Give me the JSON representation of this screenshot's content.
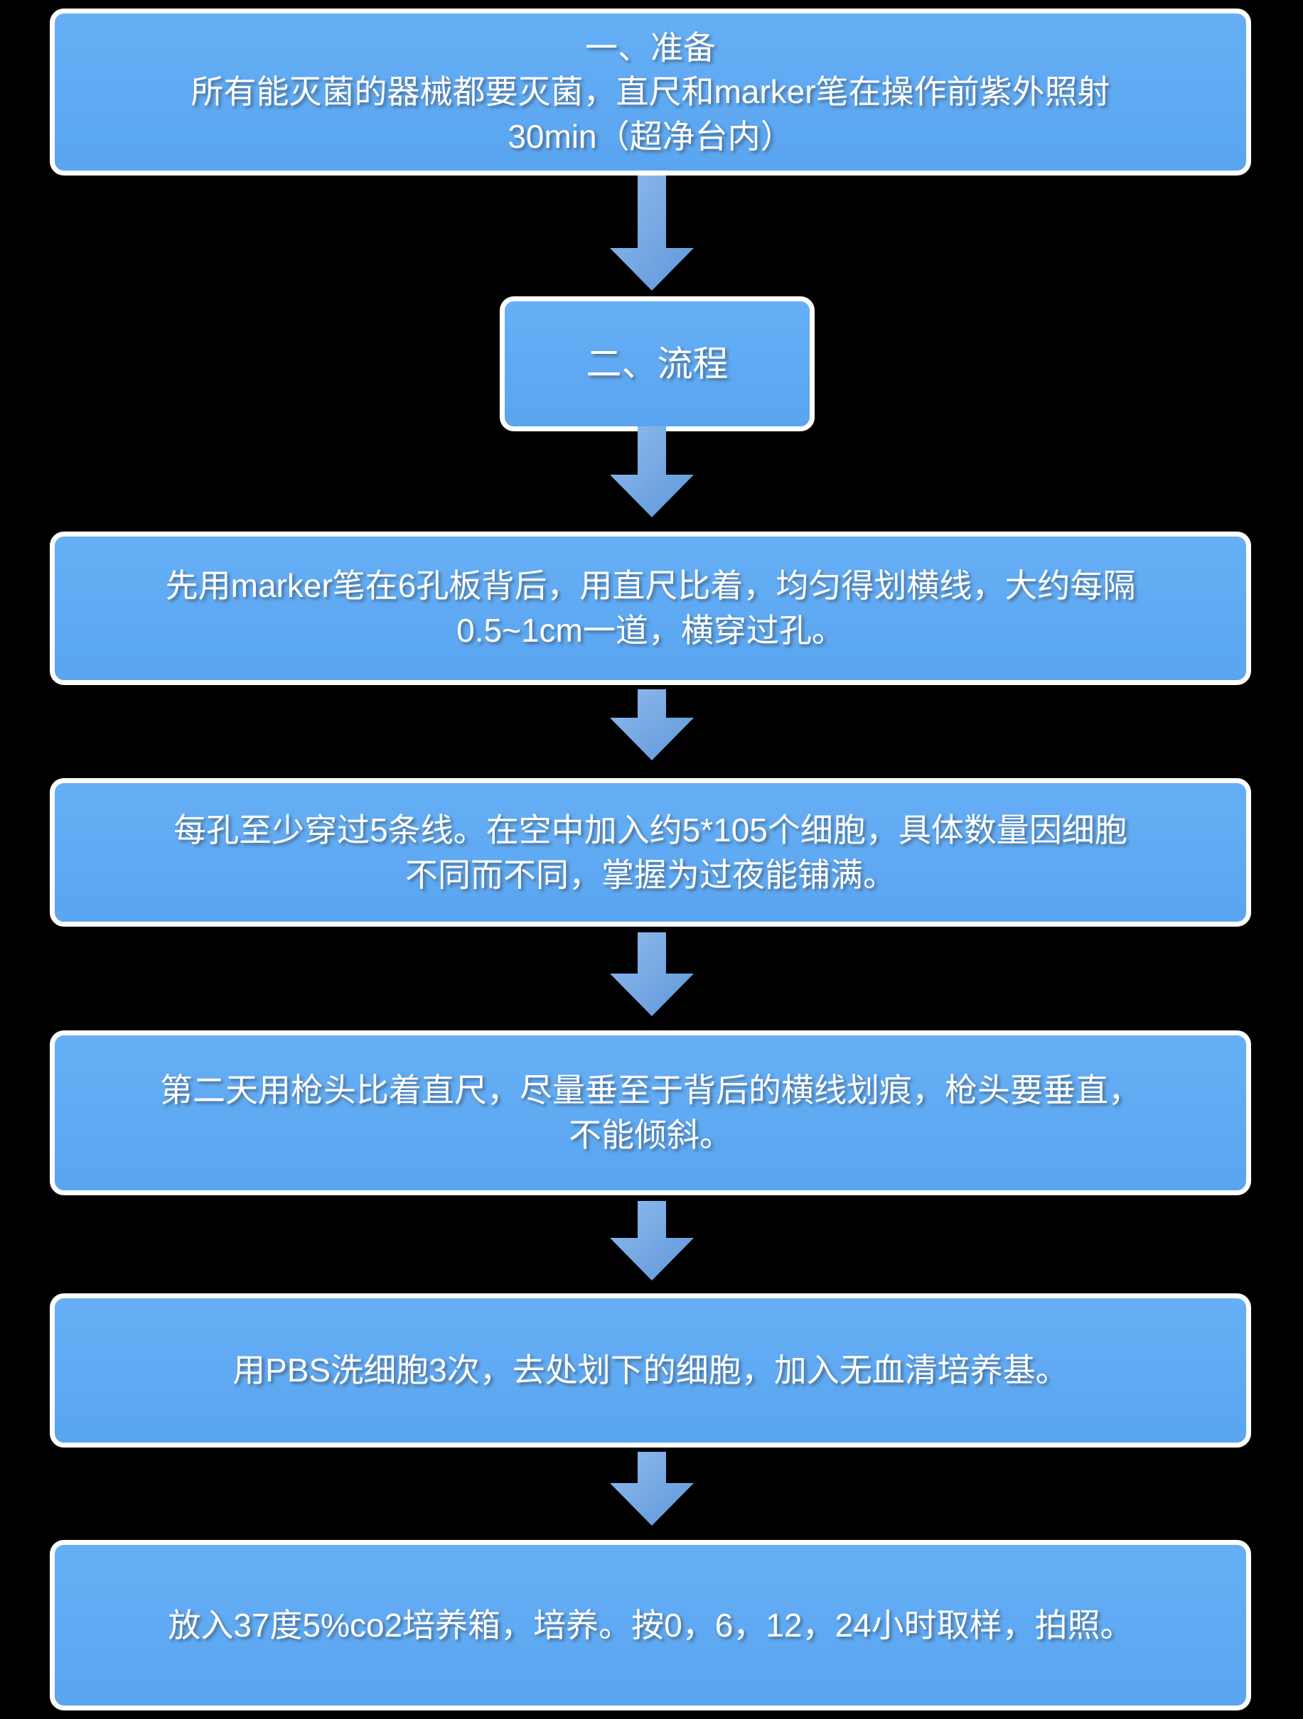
{
  "flow": {
    "steps": [
      {
        "name": "prepare",
        "lines": [
          "一、准备",
          "所有能灭菌的器械都要灭菌，直尺和marker笔在操作前紫外照射",
          "30min（超净台内）"
        ]
      },
      {
        "name": "process",
        "lines": [
          "二、流程"
        ]
      },
      {
        "name": "draw-lines",
        "lines": [
          "先用marker笔在6孔板背后，用直尺比着，均匀得划横线，大约每隔",
          "0.5~1cm一道，横穿过孔。"
        ]
      },
      {
        "name": "seed-cells",
        "lines": [
          "每孔至少穿过5条线。在空中加入约5*105个细胞，具体数量因细胞",
          "不同而不同，掌握为过夜能铺满。"
        ]
      },
      {
        "name": "scratch",
        "lines": [
          "第二天用枪头比着直尺，尽量垂至于背后的横线划痕，枪头要垂直，",
          "不能倾斜。"
        ]
      },
      {
        "name": "wash",
        "lines": [
          "用PBS洗细胞3次，去处划下的细胞，加入无血清培养基。"
        ]
      },
      {
        "name": "incubate",
        "lines": [
          "放入37度5%co2培养箱，培养。按0，6，12，24小时取样，拍照。"
        ]
      }
    ]
  },
  "icons": {
    "connector": "arrow-down-icon"
  },
  "colors": {
    "background": "#000000",
    "box_fill": "#5fa9f3",
    "box_border": "#ffffff",
    "text": "#ffffff",
    "arrow_gradient_start": "#90bbee",
    "arrow_gradient_end": "#5e97d9"
  }
}
